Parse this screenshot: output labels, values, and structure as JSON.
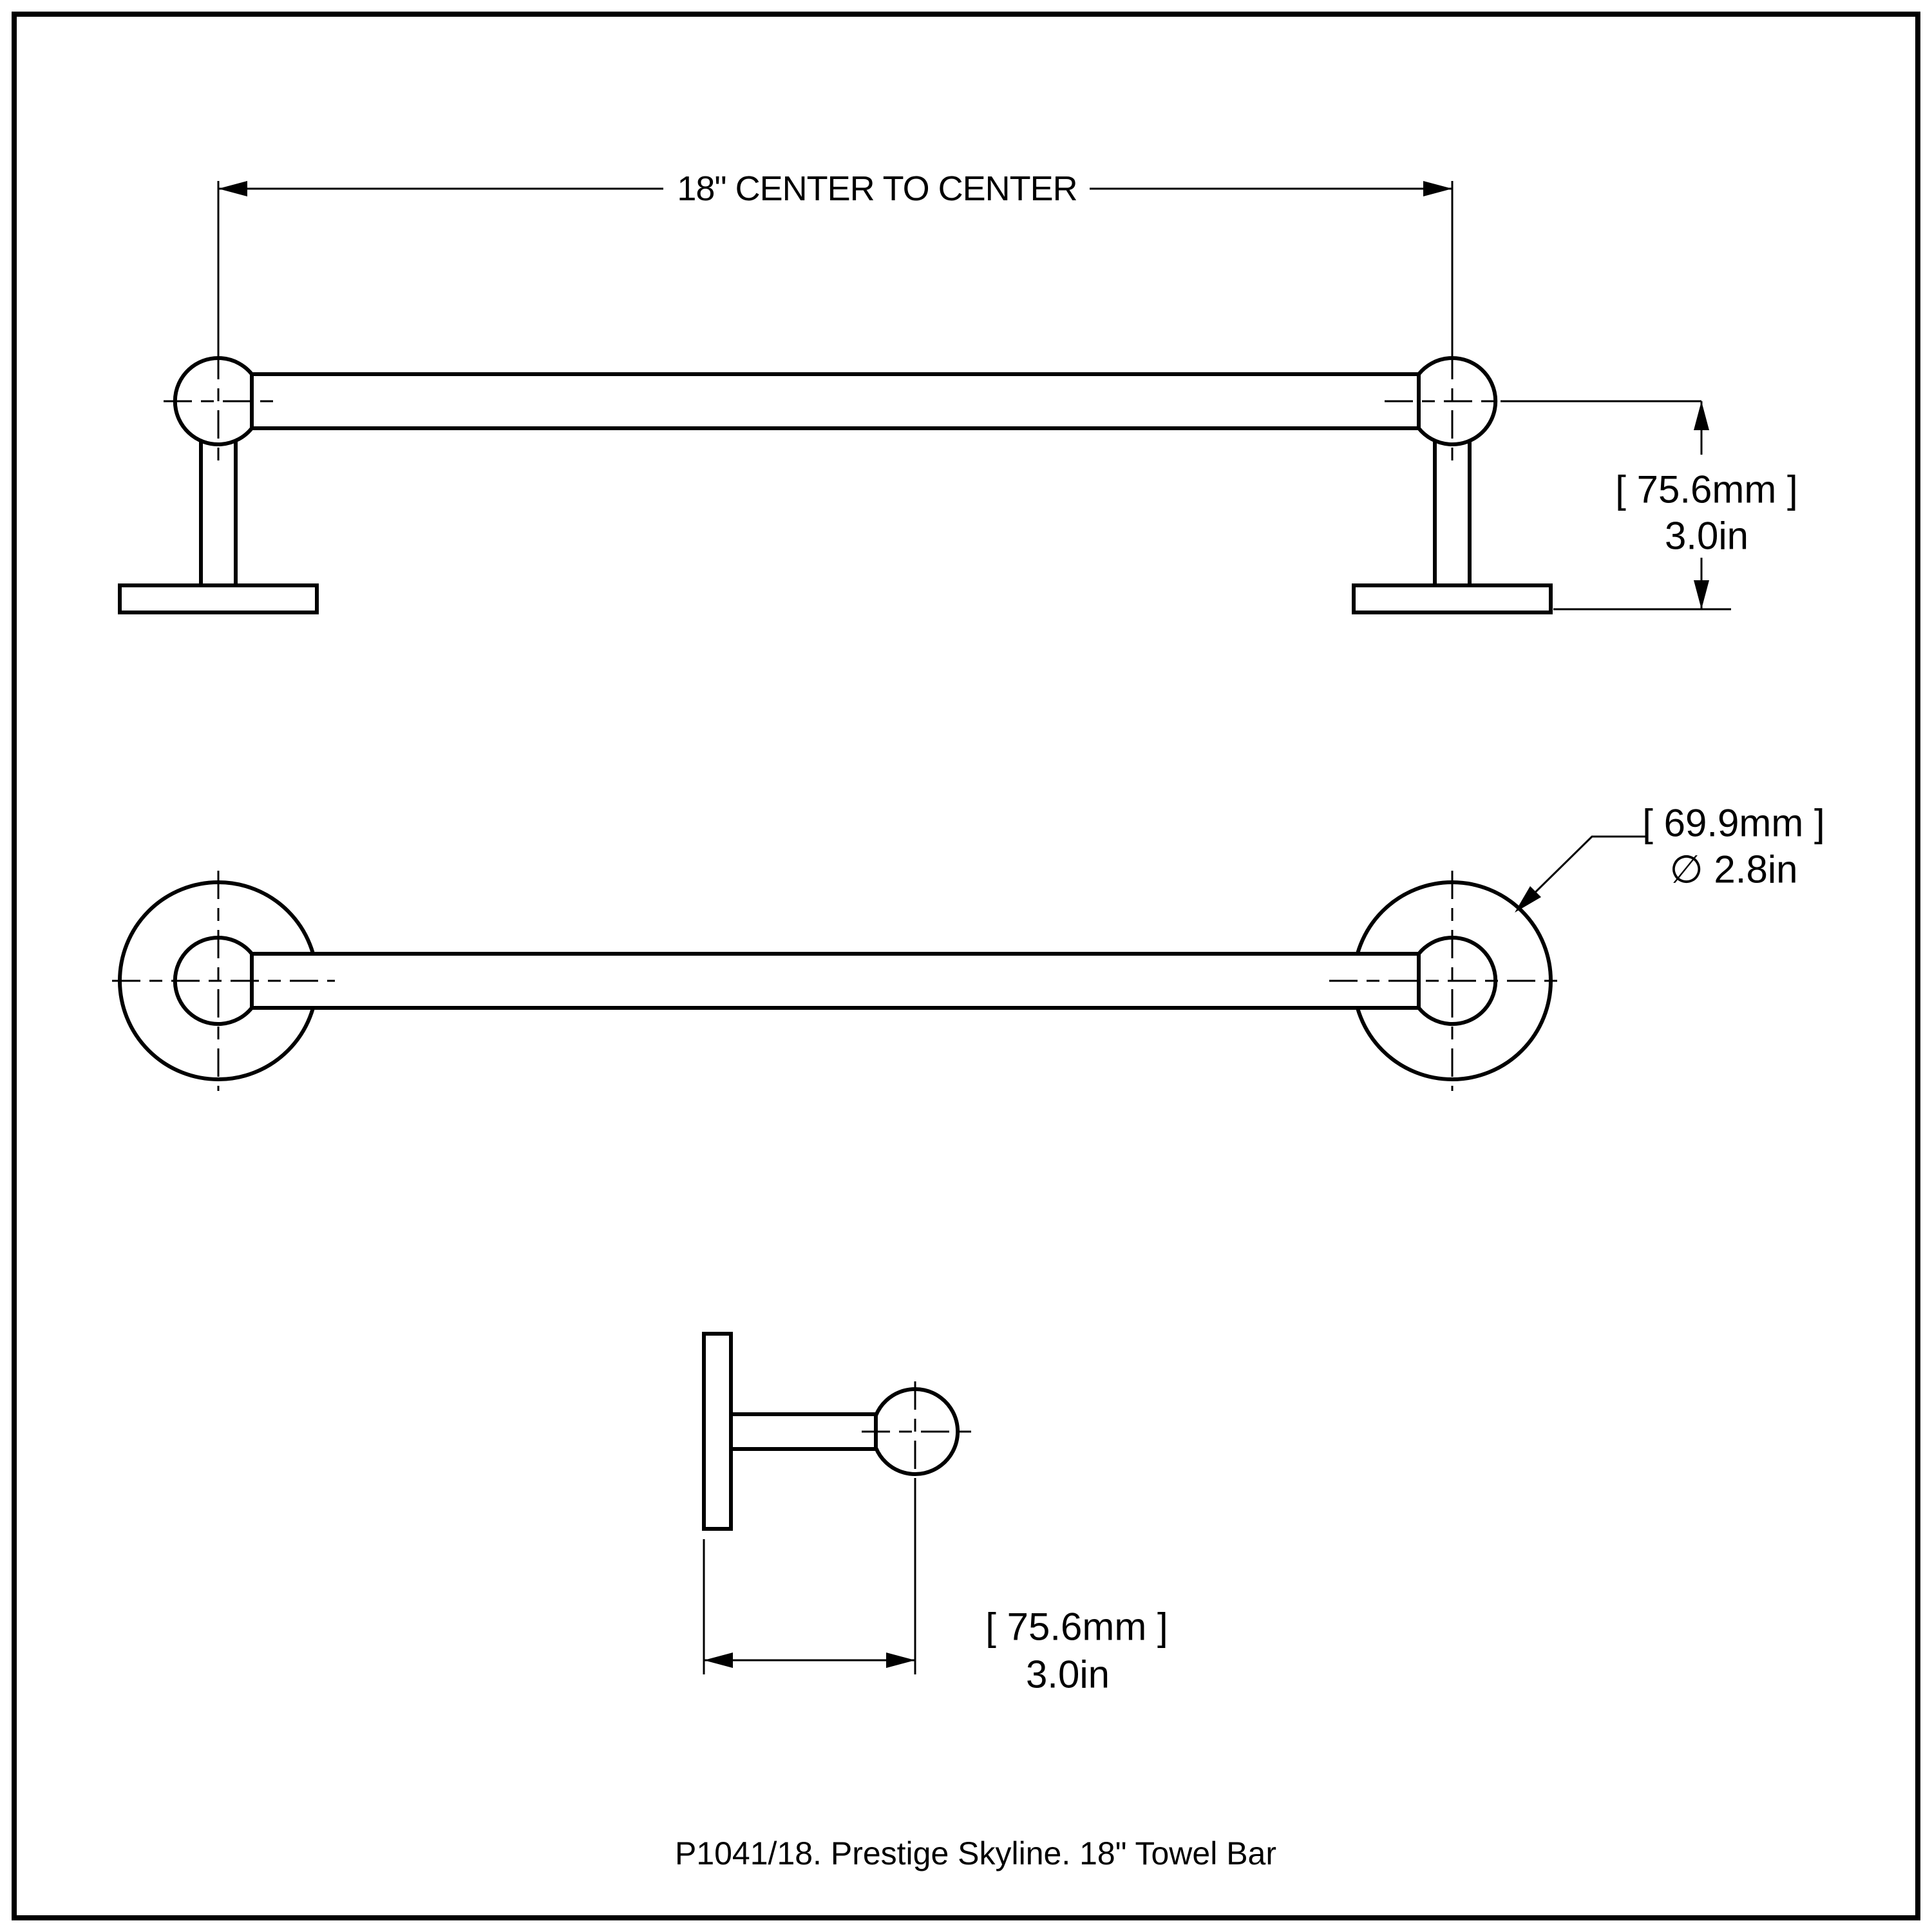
{
  "drawing": {
    "caption": "P1041/18. Prestige Skyline. 18\" Towel Bar",
    "colors": {
      "background": "#ffffff",
      "line": "#000000"
    },
    "top_view": {
      "center_to_center_label": "18\"  CENTER TO CENTER",
      "projection_mm": "[ 75.6mm ]",
      "projection_in": "3.0in"
    },
    "front_view": {
      "flange_diameter_mm": "[ 69.9mm ]",
      "flange_diameter_in": "∅ 2.8in"
    },
    "side_view": {
      "projection_mm": "[ 75.6mm ]",
      "projection_in": "3.0in"
    }
  }
}
